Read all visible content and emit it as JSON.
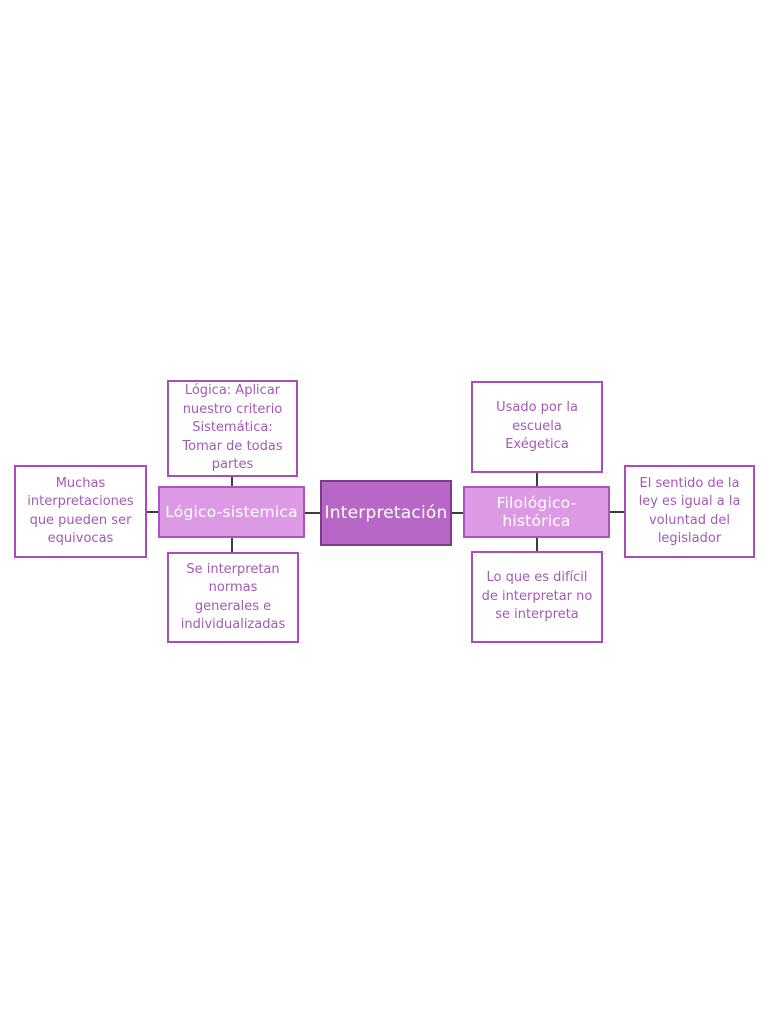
{
  "diagram": {
    "title_node": "Interpretación",
    "left_branch": {
      "node_label": "Lógico-sistemica",
      "top_note": "Lógica: Aplicar nuestro criterio Sistemática: Tomar de todas partes",
      "side_note": "Muchas interpretaciones que pueden ser equivocas",
      "bottom_note": "Se interpretan normas generales e individualizadas"
    },
    "right_branch": {
      "node_label": "Filológico-histórica",
      "top_note": "Usado por la escuela Exégetica",
      "side_note": "El sentido de la ley es igual a la voluntad del legislador",
      "bottom_note": "Lo que es difícil de interpretar no se interpreta"
    }
  },
  "colors": {
    "center_fill": "#b768c7",
    "center_border": "#7e3a8c",
    "node_fill": "#dd9ae4",
    "node_border": "#aa55bd",
    "leaf_border": "#a84dbb",
    "leaf_text": "#a45ab4",
    "connector": "#3d3d3d"
  }
}
